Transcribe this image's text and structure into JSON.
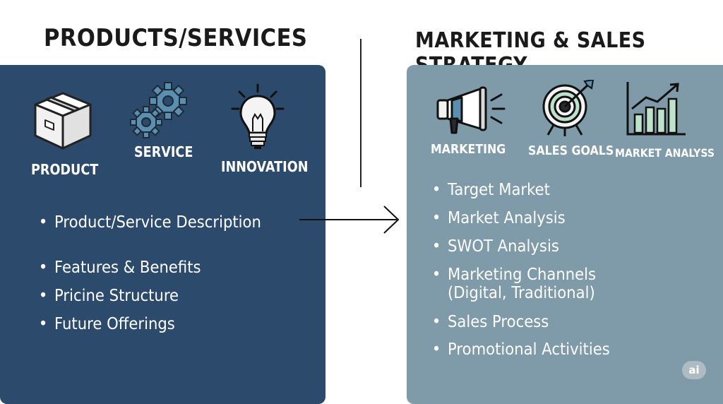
{
  "left": {
    "title": "PRODUCTS/SERVICES",
    "icons": [
      {
        "label": "PRODUCT",
        "icon": "box-icon"
      },
      {
        "label": "SERVICE",
        "icon": "gears-icon"
      },
      {
        "label": "INNOVATION",
        "icon": "lightbulb-icon"
      }
    ],
    "bullets": [
      "Product/Service Description",
      "Features & Benefits",
      "Pricine Structure",
      "Future Offerings"
    ]
  },
  "right": {
    "title": "MARKETING & SALES STRATEGY",
    "icons": [
      {
        "label": "MARKETING",
        "icon": "megaphone-icon"
      },
      {
        "label": "SALES GOALS",
        "icon": "target-icon"
      },
      {
        "label": "MARKET ANALYSS",
        "icon": "bar-chart-icon"
      }
    ],
    "bullets": [
      "Target Market",
      "Market Analysis",
      "SWOT Analysis",
      "Marketing Channels",
      "(Digital, Traditional)",
      "Sales Process",
      "Promotional Activities"
    ]
  },
  "badge": "ai",
  "colors": {
    "left_panel": "#2c4a6c",
    "right_panel": "#7f9aa8",
    "icon_fill": "#f1f1f1",
    "icon_blue": "#5b8fb0",
    "icon_green": "#bfe0cc"
  }
}
